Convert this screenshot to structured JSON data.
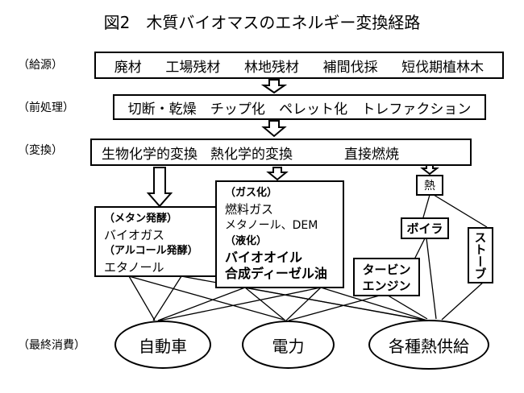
{
  "title": "図2　木質バイオマスのエネルギー変換経路",
  "stages": {
    "source": "（給源）",
    "pre": "（前処理）",
    "convert": "（変換）",
    "final": "（最終消費）"
  },
  "sources": [
    "廃材",
    "工場残材",
    "林地残材",
    "補間伐採",
    "短伐期植林木"
  ],
  "preprocess": [
    "切断・乾燥",
    "チップ化",
    "ペレット化",
    "トレファクション"
  ],
  "conversions": [
    "生物化学的変換",
    "熱化学的変換",
    "直接燃焼"
  ],
  "bio_block": {
    "methane_label": "（メタン発酵）",
    "methane_product": "バイオガス",
    "alcohol_label": "（アルコール発酵）",
    "alcohol_product": "エタノール"
  },
  "thermo_block": {
    "gas_label": "（ガス化）",
    "gas_product_1": "燃料ガス",
    "gas_product_2": "メタノール、DEM",
    "liquid_label": "（液化）",
    "liquid_product_1": "バイオオイル",
    "liquid_product_2": "合成ディーゼル油"
  },
  "combustion": {
    "heat": "熱",
    "boiler": "ボイラ",
    "stove": "ストーブ",
    "turbine_line1": "タービン",
    "turbine_line2": "エンジン"
  },
  "consumers": [
    "自動車",
    "電力",
    "各種熱供給"
  ]
}
